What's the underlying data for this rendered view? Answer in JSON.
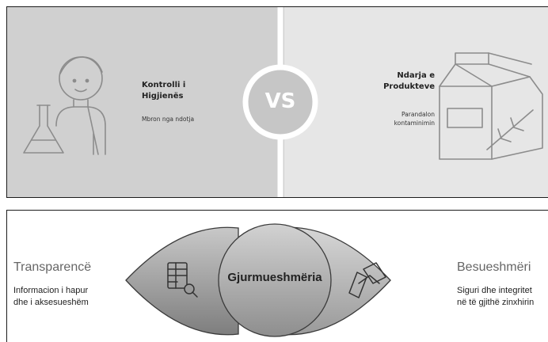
{
  "comparison": {
    "left": {
      "title": "Kontrolli i\nHigjienës",
      "description": "Mbron nga ndotja",
      "icon": "scientist-flask-icon"
    },
    "center": {
      "label": "VS"
    },
    "right": {
      "title": "Ndarja e\nProdukteve",
      "description": "Parandalon\nkontaminimin",
      "icon": "milk-carton-icon"
    }
  },
  "traceability": {
    "center": "Gjurmueshmëria",
    "left": {
      "title": "Transparencë",
      "description": "Informacion i hapur\ndhe i aksesueshëm",
      "icon": "table-search-icon"
    },
    "right": {
      "title": "Besueshmëri",
      "description": "Siguri dhe integritet\nnë të gjithë zinxhirin",
      "icon": "handshake-icon"
    }
  }
}
